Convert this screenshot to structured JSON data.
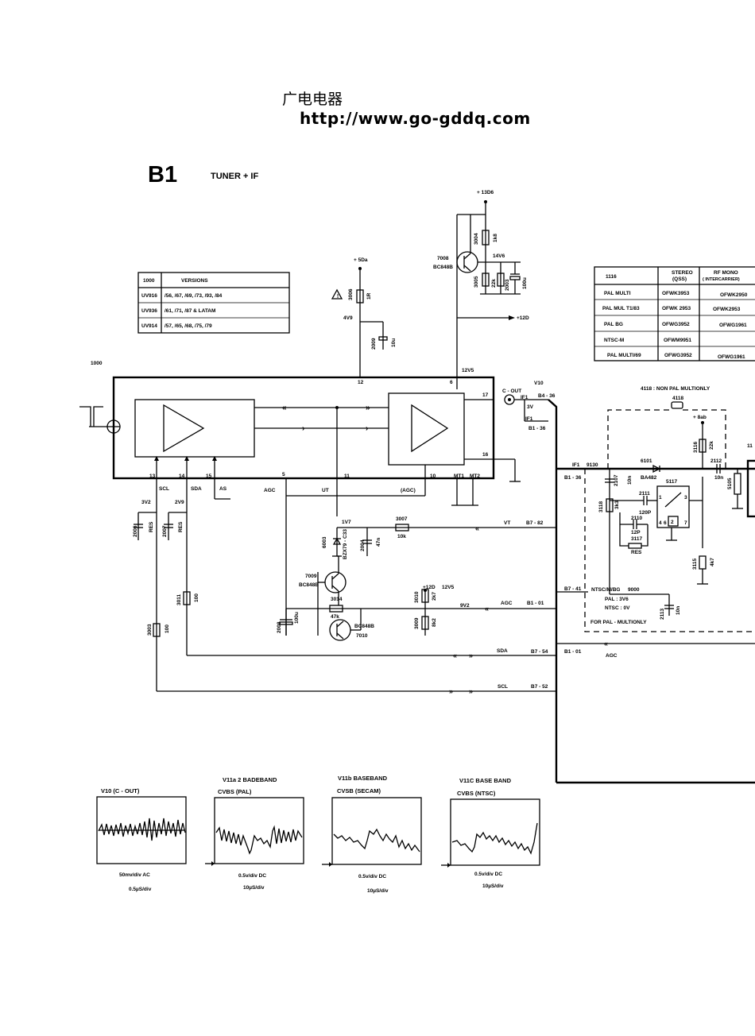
{
  "header": {
    "chinese_title": "广电电器",
    "url": "http://www.go-gddq.com"
  },
  "diagram": {
    "block_id": "B1",
    "block_title": "TUNER + IF"
  },
  "versions_table": {
    "header": [
      "1000",
      "VERSIONS"
    ],
    "rows": [
      [
        "UV916",
        "/56, /67, /69, /73, /93, /84"
      ],
      [
        "UV936",
        "/61, /71, /87 & LATAM"
      ],
      [
        "UV914",
        "/57, /65, /68, /75, /79"
      ]
    ]
  },
  "filter_table": {
    "header": [
      "1116",
      "STEREO",
      "(QSS)",
      "RF MONO",
      "( INTERCARRIER)"
    ],
    "rows": [
      [
        "PAL MULTI",
        "OFWK3953",
        "OFWK2950"
      ],
      [
        "PAL MUL T1/83",
        "OFWK 2953",
        "OFWK2953"
      ],
      [
        "PAL BG",
        "OFWG3952",
        "OFWG1961"
      ],
      [
        "NTSC-M",
        "OFWM9951",
        ""
      ],
      [
        "PAL MULTI/69",
        "OFWG3952",
        "OFWG1961"
      ]
    ]
  },
  "labels": {
    "l13d6": "+ 13D6",
    "l5da": "+ 5Da",
    "t7008": "7008",
    "t7008b": "BC848B",
    "l14v6": "14V6",
    "l12d": "+12D",
    "l4v9": "4V9",
    "l12v5": "12V5",
    "l1000": "1000",
    "r3004": "3004",
    "r3004v": "1k8",
    "r3005": "3005",
    "r3005v": "22k",
    "c2003": "2003",
    "c2003v": "100u",
    "r3006": "3006",
    "r3006v": "1R",
    "c2009": "2009",
    "c2009v": "10u",
    "v10": "V10",
    "cout": "C - OUT",
    "if1a": "IF1",
    "v3": "3V",
    "b436": "B4 - 36",
    "if1b": "IF1",
    "b136a": "B1 - 36",
    "p12": "12",
    "p6": "6",
    "p17": "17",
    "p16": "16",
    "p13": "13",
    "p14": "14",
    "p15": "15",
    "p5": "5",
    "p11": "11",
    "p10": "10",
    "mt1": "MT1",
    "mt2": "MT2",
    "scl": "SCL",
    "sda": "SDA",
    "as": "AS",
    "agc": "AGC",
    "ut": "UT",
    "agcp": "(AGC)",
    "v3v2": "3V2",
    "v2v9": "2V9",
    "c2006": "2006",
    "res1": "RES",
    "c2007": "2007",
    "res2": "RES",
    "v1v7": "1V7",
    "d6003": "6003",
    "d6003v": "BZX79 - C33",
    "c2004": "2004",
    "c2004v": "47n",
    "r3007": "3007",
    "r3007v": "10k",
    "vt": "VT",
    "b782": "B7 - 82",
    "t7009": "7009",
    "t7009b": "BC848B",
    "r3014": "3014",
    "r3014v": "47k",
    "t7010b": "BC848B",
    "t7010": "7010",
    "c2008": "2008",
    "c2008v": "100u",
    "l12db": "+12D",
    "l12v5b": "12V5",
    "r3010": "3010",
    "r3010v": "2k7",
    "r3009": "3009",
    "r3009v": "8k2",
    "v9v2": "9V2",
    "agc2": "AGC",
    "b101": "B1 - 01",
    "r3011": "3011",
    "r3011v": "100",
    "r3003": "3003",
    "r3003v": "100",
    "sda2": "SDA",
    "b754": "B7 - 54",
    "scl2": "SCL",
    "b752": "B7 - 52",
    "note4118": "4118 : NON PAL MULTIONLY",
    "n4118": "4118",
    "l8ab": "+ 8ab",
    "r3116": "3116",
    "r3116v": "22k",
    "if1c": "IF1",
    "n9130": "9130",
    "b136b": "B1 - 36",
    "d6101": "6101",
    "d6101v": "BA482",
    "c2112": "2112",
    "c2112v": "10n",
    "c2107": "2107",
    "c2107v": "10n",
    "f5117": "5117",
    "c2111": "2111",
    "c2111v": "120P",
    "r3118": "3118",
    "r3118v": "3k3",
    "c2110": "2110",
    "c2110v": "12P",
    "r3117": "3117",
    "r3117v": "RES",
    "r3115": "3115",
    "r3115v": "4k7",
    "b741": "B7 - 41",
    "ntsc": "NTSC/M/BG",
    "n9000": "9000",
    "pal3v6": "PAL : 3V6",
    "ntsc0v": "NTSC : 0V",
    "c2113": "2113",
    "c2113v": "10n",
    "forpal": "FOR PAL - MULTIONLY",
    "b101b": "B1 - 01",
    "agc3": "AGC",
    "l5105": "5105",
    "p1": "1",
    "p3": "3",
    "p4": "4",
    "p6b": "6",
    "p2": "2",
    "p7": "7",
    "l11": "11"
  },
  "scopes": [
    {
      "title1": "",
      "title2": "V10  (C - OUT)",
      "scale1": "50mv/div AC",
      "scale2": "0.5µS/div"
    },
    {
      "title1": "V11a 2 BADEBAND",
      "title2": "CVBS  (PAL)",
      "scale1": "0.5v/div DC",
      "scale2": "10µS/div"
    },
    {
      "title1": "V11b    BASEBAND",
      "title2": "CVSB  (SECAM)",
      "scale1": "0.5v/div DC",
      "scale2": "10µS/div"
    },
    {
      "title1": "V11C   BASE BAND",
      "title2": "CVBS  (NTSC)",
      "scale1": "0.5v/div DC",
      "scale2": "10µS/div"
    }
  ]
}
